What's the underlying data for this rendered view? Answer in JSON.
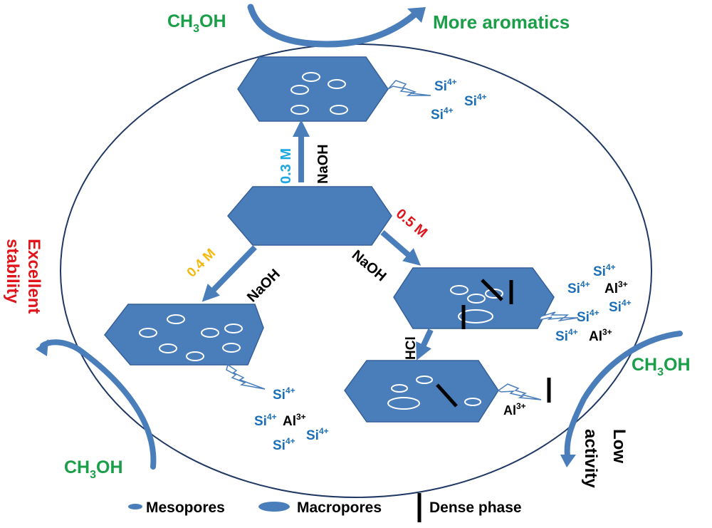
{
  "colors": {
    "shape_fill": "#4a7ebb",
    "shape_stroke": "#35609a",
    "ellipse_stroke": "#1f3864",
    "green": "#1a9e48",
    "red": "#e0141b",
    "cyan": "#1ba7e0",
    "yellow": "#f2b90f",
    "ion_blue": "#1c6fb7",
    "black": "#000000"
  },
  "flows": {
    "top_in": "CH3OH",
    "top_out": "More aromatics",
    "left_in": "CH3OH",
    "left_out_line1": "Excellent",
    "left_out_line2": "stability",
    "right_in": "CH3OH",
    "right_out_line1": "Low",
    "right_out_line2": "activity"
  },
  "treatments": {
    "up": {
      "conc": "0.3 M",
      "reagent": "NaOH"
    },
    "left": {
      "conc": "0.4 M",
      "reagent": "NaOH"
    },
    "right": {
      "conc": "0.5 M",
      "reagent": "NaOH"
    },
    "acid": {
      "reagent": "HCl"
    }
  },
  "ions": {
    "top": [
      "Si4+",
      "Si4+",
      "Si4+"
    ],
    "left": [
      "Si4+",
      "Si4+",
      "Al3+",
      "Si4+",
      "Si4+"
    ],
    "right": [
      "Si4+",
      "Si4+",
      "Al3+",
      "Si4+",
      "Si4+",
      "Si4+",
      "Al3+"
    ],
    "bottom": [
      "Al3+"
    ]
  },
  "legend": {
    "mesopores": "Mesopores",
    "macropores": "Macropores",
    "dense_phase": "Dense phase"
  }
}
